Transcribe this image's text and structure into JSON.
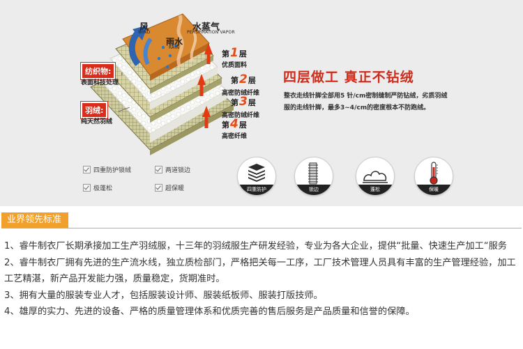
{
  "diagram": {
    "wind_cn": "风",
    "wind_en": "WIND",
    "rain_cn": "雨水",
    "rain_en": "RAIN",
    "vapor_cn": "水蒸气",
    "vapor_en": "PERSPIRATION VAPOR",
    "layers": [
      {
        "prefix": "第",
        "num": "1",
        "suffix": "层",
        "sub": "优质面料"
      },
      {
        "prefix": "第",
        "num": "2",
        "suffix": "层",
        "sub": "高密防绒纤维"
      },
      {
        "prefix": "第",
        "num": "3",
        "suffix": "层",
        "sub": "高密防绒纤维"
      },
      {
        "prefix": "第",
        "num": "4",
        "suffix": "层",
        "sub": "高密纤维"
      }
    ],
    "fabric_badge": "纺织物:",
    "fabric_sub": "表面科技处理",
    "down_badge": "羽绒:",
    "down_sub": "纯天然羽绒"
  },
  "headline": "四层做工  真正不钻绒",
  "description": "整衣走线针脚全部用5 针/cm密制缝制严防钻绒，劣质羽绒服的走线针脚，最多3~4/cm的密度根本不防跑绒。",
  "checks": [
    "四重防护锁绒",
    "两道锁边",
    "极蓬松",
    "超保暖"
  ],
  "features": [
    "四重防护",
    "锁边",
    "蓬松",
    "保暖"
  ],
  "section_title": "业界领先标准",
  "paragraphs": [
    "1、睿牛制衣厂长期承接加工生产羽绒服，十三年的羽绒服生产研发经验，专业为各大企业，提供“批量、快速生产加工“服务",
    "2、睿牛制衣厂拥有先进的生产流水线，独立质检部门，严格把关每一工序，工厂技术管理人员具有丰富的生产管理经验，加工工艺精湛，新产品开发能力强，质量稳定，货期准时。",
    "3、拥有大量的服装专业人才，包括服装设计师、服装纸板师、服装打版技师。",
    "4、雄厚的实力、先进的设备、严格的质量管理体系和优质完善的售后服务是产品质量和信誉的保障。"
  ],
  "colors": {
    "accent_red": "#d12a1a",
    "section_orange": "#f2a02c",
    "banner_bg": "#ececec"
  }
}
